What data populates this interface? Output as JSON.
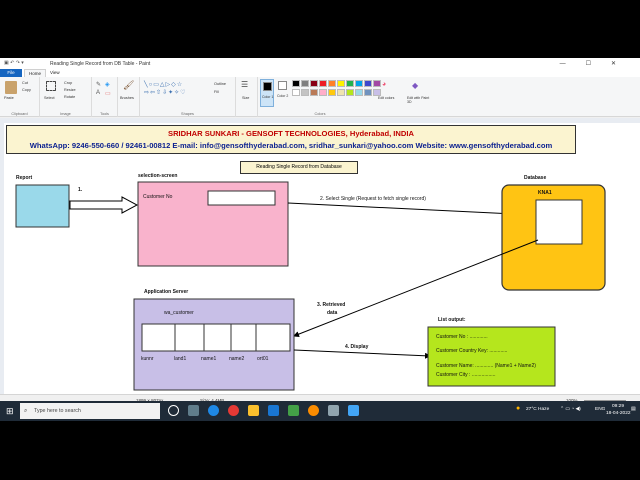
{
  "window": {
    "title": "Reading Single Record from DB Table - Paint",
    "controls": [
      "—",
      "☐",
      "✕"
    ]
  },
  "tabs": {
    "file": "File",
    "home": "Home",
    "view": "View"
  },
  "ribbon": {
    "clipboard": {
      "label": "Clipboard",
      "paste": "Paste",
      "cut": "Cut",
      "copy": "Copy"
    },
    "image": {
      "label": "Image",
      "select": "Select",
      "crop": "Crop",
      "resize": "Resize",
      "rotate": "Rotate"
    },
    "tools": {
      "label": "Tools"
    },
    "brushes": "Brushes",
    "shapes": {
      "label": "Shapes",
      "outline": "Outline",
      "fill": "Fill"
    },
    "size": "Size",
    "color1": "Color 1",
    "color2": "Color 2",
    "colors_label": "Colors",
    "edit_colors": "Edit colors",
    "edit_paint3d": "Edit with Paint 3D",
    "palette": [
      "#000000",
      "#7f7f7f",
      "#880015",
      "#ed1c24",
      "#ff7f27",
      "#fff200",
      "#22b14c",
      "#00a2e8",
      "#3f48cc",
      "#a349a4",
      "#ffffff",
      "#c3c3c3",
      "#b97a57",
      "#ffaec9",
      "#ffc90e",
      "#efe4b0",
      "#b5e61d",
      "#99d9ea",
      "#7092be",
      "#c8bfe7"
    ]
  },
  "diagram": {
    "banner_line1": "SRIDHAR SUNKARI  -  GENSOFT TECHNOLOGIES, Hyderabad, INDIA",
    "banner_line2": "WhatsApp: 9246-550-660 / 92461-00812     E-mail: info@gensofthyderabad.com, sridhar_sunkari@yahoo.com    Website: www.gensofthyderabad.com",
    "title": "Reading Single Record from Database",
    "report": "Report",
    "step1": "1.",
    "selection_screen": "selection-screen",
    "customer_no": "Customer No",
    "step2": "2. Select Single (Request to fetch single record)",
    "database": "Database",
    "kna1": "KNA1",
    "step3a": "3. Retrieved",
    "step3b": "data",
    "app_server": "Application Server",
    "wa_customer": "wa_customer",
    "fields": [
      "kunnr",
      "land1",
      "name1",
      "name2",
      "ort01"
    ],
    "step4": "4. Display",
    "list_output": "List output:",
    "out_custno": "Customer No : .............",
    "out_country": "Customer Country Key: .............",
    "out_name": "Customer Name: ............. (Name1 + Name2)",
    "out_city": "Customer City : ................."
  },
  "status": {
    "dimensions": "1899 × 807px",
    "size": "Size: 4.4MB",
    "zoom": "100%"
  },
  "taskbar": {
    "search_placeholder": "Type here to search",
    "weather": "27°C  Haze",
    "lang": "ENG",
    "time": "09:29",
    "date": "18-04-2022"
  }
}
